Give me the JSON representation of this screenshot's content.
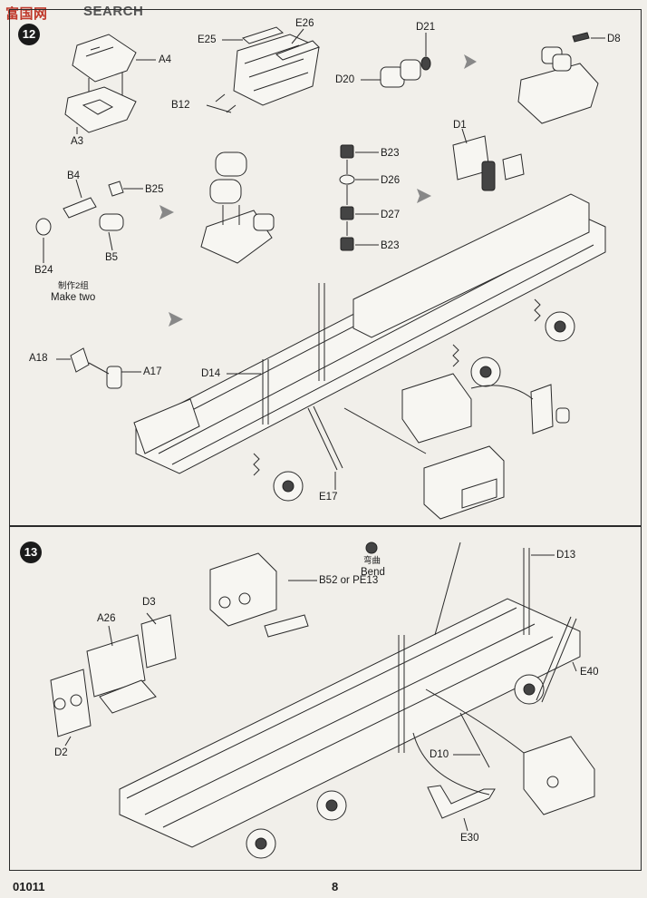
{
  "watermark": {
    "site": "SEARCH",
    "brand": "富国网"
  },
  "step12": {
    "number": "12",
    "labels": {
      "A4": "A4",
      "A3": "A3",
      "E25": "E25",
      "E26": "E26",
      "B12": "B12",
      "D21": "D21",
      "D20": "D20",
      "D8": "D8",
      "D1": "D1",
      "B23a": "B23",
      "D26": "D26",
      "D27": "D27",
      "B23b": "B23",
      "B4": "B4",
      "B25": "B25",
      "B24": "B24",
      "B5": "B5",
      "A18": "A18",
      "A17": "A17",
      "D14": "D14",
      "E17": "E17"
    },
    "make_two_cn": "制作2组",
    "make_two_en": "Make two"
  },
  "step13": {
    "number": "13",
    "bend_cn": "弯曲",
    "bend_en": "Bend",
    "labels": {
      "B52": "B52 or PE13",
      "D3": "D3",
      "A26": "A26",
      "D2": "D2",
      "D13": "D13",
      "E40": "E40",
      "D10": "D10",
      "E30": "E30"
    }
  },
  "footer": {
    "code": "01011",
    "page": "8"
  }
}
